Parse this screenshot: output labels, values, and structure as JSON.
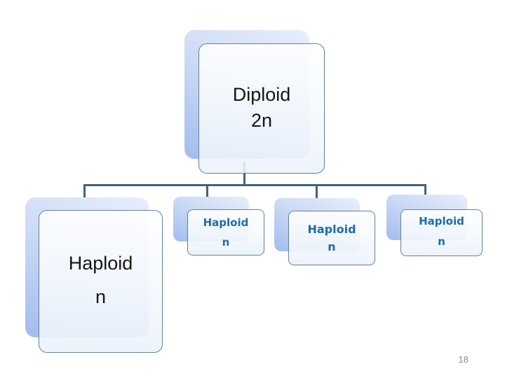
{
  "slide": {
    "page_number": "18"
  },
  "diagram": {
    "type": "hierarchy",
    "root": {
      "title": "Diploid",
      "ploidy": "2n"
    },
    "children": [
      {
        "title": "Haploid",
        "ploidy": "n"
      },
      {
        "title": "Haploid",
        "ploidy": "n"
      },
      {
        "title": "Haploid",
        "ploidy": "n"
      },
      {
        "title": "Haploid",
        "ploidy": "n"
      }
    ],
    "colors": {
      "connector": "#40627F",
      "child_label_blue": "#1E6CA8",
      "root_text": "#151515",
      "box_border": "#67809B",
      "shadow_gradient_top": "#E8EFFC",
      "shadow_gradient_bottom": "#A2BCEE",
      "page_number_gray": "#8C8C8C"
    }
  }
}
